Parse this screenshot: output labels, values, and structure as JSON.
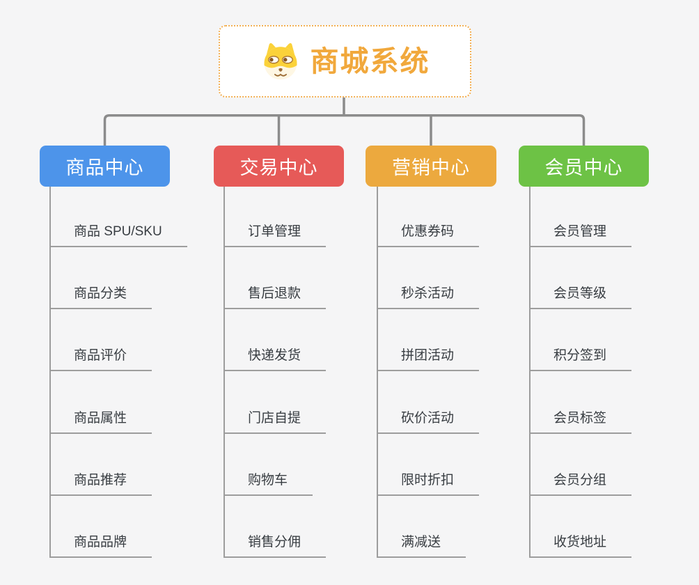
{
  "root": {
    "title": "商城系统",
    "icon": "dog-face",
    "title_color": "#F1A83C",
    "border_color": "#F3B054"
  },
  "branches": [
    {
      "label": "商品中心",
      "color": "#4D94EA",
      "children": [
        "商品 SPU/SKU",
        "商品分类",
        "商品评价",
        "商品属性",
        "商品推荐",
        "商品品牌"
      ]
    },
    {
      "label": "交易中心",
      "color": "#E65A58",
      "children": [
        "订单管理",
        "售后退款",
        "快递发货",
        "门店自提",
        "购物车",
        "销售分佣"
      ]
    },
    {
      "label": "营销中心",
      "color": "#ECA93E",
      "children": [
        "优惠券码",
        "秒杀活动",
        "拼团活动",
        "砍价活动",
        "限时折扣",
        "满减送"
      ]
    },
    {
      "label": "会员中心",
      "color": "#6DC245",
      "children": [
        "会员管理",
        "会员等级",
        "积分签到",
        "会员标签",
        "会员分组",
        "收货地址"
      ]
    }
  ],
  "colors": {
    "connector": "#8B8B8B",
    "child_line": "#9D9D9D",
    "child_text": "#383D42",
    "background": "#F5F5F6"
  }
}
